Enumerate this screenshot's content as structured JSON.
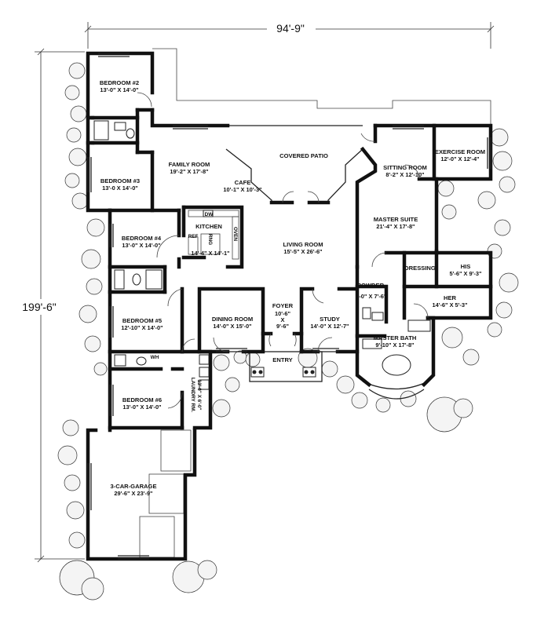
{
  "dimensions": {
    "width": "94'-9\"",
    "depth": "199'-6\""
  },
  "rooms": {
    "bedroom2": {
      "name": "BEDROOM #2",
      "size": "13'-0\" X 14'-0\""
    },
    "bedroom3": {
      "name": "BEDROOM #3",
      "size": "13'-0 X 14'-0\""
    },
    "family": {
      "name": "FAMILY ROOM",
      "size": "19'-2\" X 17'-8\""
    },
    "cafe": {
      "name": "CAFE",
      "size": "10'-1\" X 10'-3\""
    },
    "patio": {
      "name": "COVERED PATIO"
    },
    "sitting": {
      "name": "SITTING ROOM",
      "size": "8'-2\" X 12'-10\""
    },
    "exercise": {
      "name": "EXERCISE ROOM",
      "size": "12'-0\" X 12'-4\""
    },
    "master_suite": {
      "name": "MASTER SUITE",
      "size": "21'-4\" X 17'-8\""
    },
    "kitchen": {
      "name": "KITCHEN",
      "size": "14'-4\" X 14'-1\""
    },
    "bedroom4": {
      "name": "BEDROOM #4",
      "size": "13'-0\" X 14'-0\""
    },
    "living": {
      "name": "LIVING ROOM",
      "size": "15'-5\" X 26'-6\""
    },
    "dressing": {
      "name": "DRESSING"
    },
    "his": {
      "name": "HIS",
      "size": "5'-6\" X 9'-3\""
    },
    "her": {
      "name": "HER",
      "size": "14'-6\" X 5'-3\""
    },
    "powder": {
      "name": "POWDER",
      "size": "'-0\" X 7'-6\""
    },
    "bedroom5": {
      "name": "BEDROOM #5",
      "size": "12'-10\" X 14'-0\""
    },
    "dining": {
      "name": "DINING ROOM",
      "size": "14'-0\" X 15'-0\""
    },
    "foyer": {
      "name": "FOYER",
      "size_a": "10'-6\"",
      "size_x": "X",
      "size_b": "9'-6\""
    },
    "study": {
      "name": "STUDY",
      "size": "14'-0\" X 12'-7\""
    },
    "master_bath": {
      "name": "MASTER BATH",
      "size": "9'-10\" X 17'-8\""
    },
    "entry": {
      "name": "ENTRY"
    },
    "bedroom6": {
      "name": "BEDROOM #6",
      "size": "13'-0\" X 14'-0\""
    },
    "laundry": {
      "name": "LAUNDRY RM.",
      "size": "13'-0\" X 6'-0\""
    },
    "garage": {
      "name": "3-CAR-GARAGE",
      "size": "29'-6\" X 23'-9\""
    }
  },
  "kitchen_fixtures": {
    "dw": "DW",
    "ref": "REF",
    "rng": "RNG",
    "oven": "OVEN",
    "wh": "WH"
  }
}
